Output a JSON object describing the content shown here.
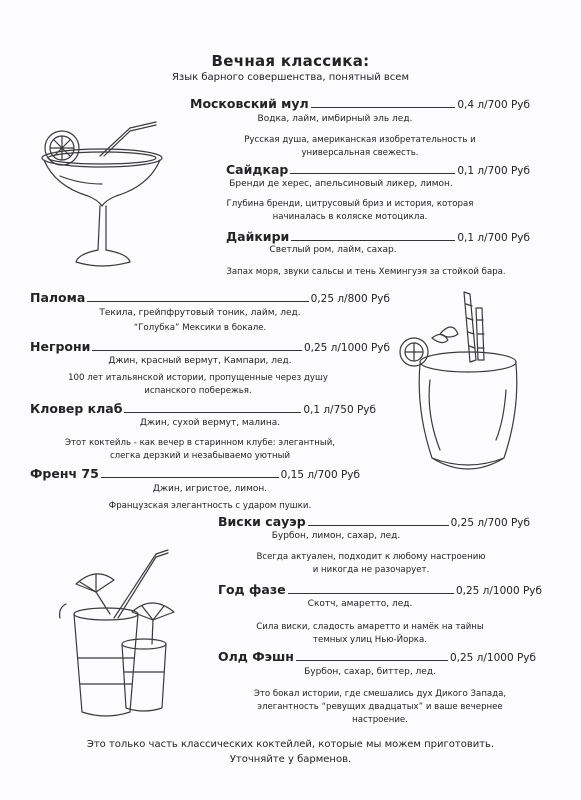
{
  "menu": {
    "title": "Вечная классика:",
    "subtitle": "Язык барного совершенства, понятный всем",
    "items": [
      {
        "name": "Московский мул",
        "price": "0,4 л/700 Руб",
        "ingredients": "Водка, лайм, имбирный эль лед.",
        "description": "Русская душа, американская изобретательность и\nуниверсальная свежесть."
      },
      {
        "name": "Сайдкар",
        "price": "0,1 л/700 Руб",
        "ingredients": "Бренди де херес, апельсиновый ликер, лимон.",
        "description": "Глубина бренди, цитрусовый бриз и история, которая\nначиналась в коляске мотоцикла."
      },
      {
        "name": "Дайкири",
        "price": "0,1 л/700 Руб",
        "ingredients": "Светлый ром, лайм, сахар.",
        "description": "Запах моря, звуки сальсы и тень Хемингуэя за стойкой бара."
      },
      {
        "name": "Палома",
        "price": "0,25 л/800 Руб",
        "ingredients": "Текила, грейпфрутовый тоник, лайм, лед.",
        "description": "“Голубка” Мексики в бокале."
      },
      {
        "name": "Негрони",
        "price": "0,25 л/1000 Руб",
        "ingredients": "Джин, красный вермут, Кампари, лед.",
        "description": "100 лет итальянской истории, пропущенные через душу\nиспанского побережья."
      },
      {
        "name": "Кловер клаб",
        "price": "0,1 л/750 Руб",
        "ingredients": "Джин, сухой вермут, малина.",
        "description": "Этот коктейль - как вечер в старинном клубе: элегантный,\nслегка дерзкий и незабываемо уютный"
      },
      {
        "name": "Френч 75",
        "price": "0,15 л/700 Руб",
        "ingredients": "Джин, игристое, лимон.",
        "description": "Французская элегантность с ударом пушки."
      },
      {
        "name": "Виски сауэр",
        "price": "0,25 л/700 Руб",
        "ingredients": "Бурбон, лимон, сахар, лед.",
        "description": "Всегда актуален, подходит к любому настроению\nи никогда не разочарует."
      },
      {
        "name": "Год фазе",
        "price": "0,25 л/1000 Руб",
        "ingredients": "Скотч, амаретто, лед.",
        "description": "Сила виски, сладость амаретто и намёк на тайны\nтемных улиц Нью-Йорка."
      },
      {
        "name": "Олд Фэшн",
        "price": "0,25 л/1000 Руб",
        "ingredients": "Бурбон, сахар, биттер, лед.",
        "description": "Это бокал истории, где смешались дух Дикого Запада,\nэлегантность “ревущих двадцатых” и ваше вечернее\nнастроение."
      }
    ],
    "footer": "Это только часть классических коктейлей, которые мы можем приготовить.\nУточняйте у барменов."
  },
  "icons": [
    "margarita-glass-icon",
    "highball-glass-icon",
    "tropical-glasses-icon"
  ]
}
